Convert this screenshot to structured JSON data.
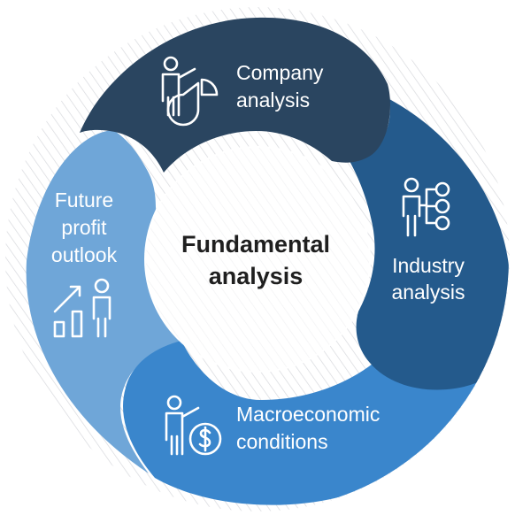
{
  "center": {
    "line1": "Fundamental",
    "line2": "analysis"
  },
  "segments": [
    {
      "id": "company",
      "line1": "Company",
      "line2": "analysis",
      "color": "#2a4560",
      "icon": "presenter-pie-chart-icon"
    },
    {
      "id": "industry",
      "line1": "Industry",
      "line2": "analysis",
      "color": "#245a8c",
      "icon": "person-network-icon"
    },
    {
      "id": "macro",
      "line1": "Macroeconomic",
      "line2": "conditions",
      "color": "#3a86cc",
      "icon": "presenter-dollar-coin-icon"
    },
    {
      "id": "future",
      "line1": "Future",
      "line2": "profit",
      "line3": "outlook",
      "color": "#6fa6d8",
      "icon": "growth-chart-person-icon"
    }
  ],
  "colors": {
    "hatch": "#d7d9dd",
    "center_fill": "#ffffff"
  }
}
